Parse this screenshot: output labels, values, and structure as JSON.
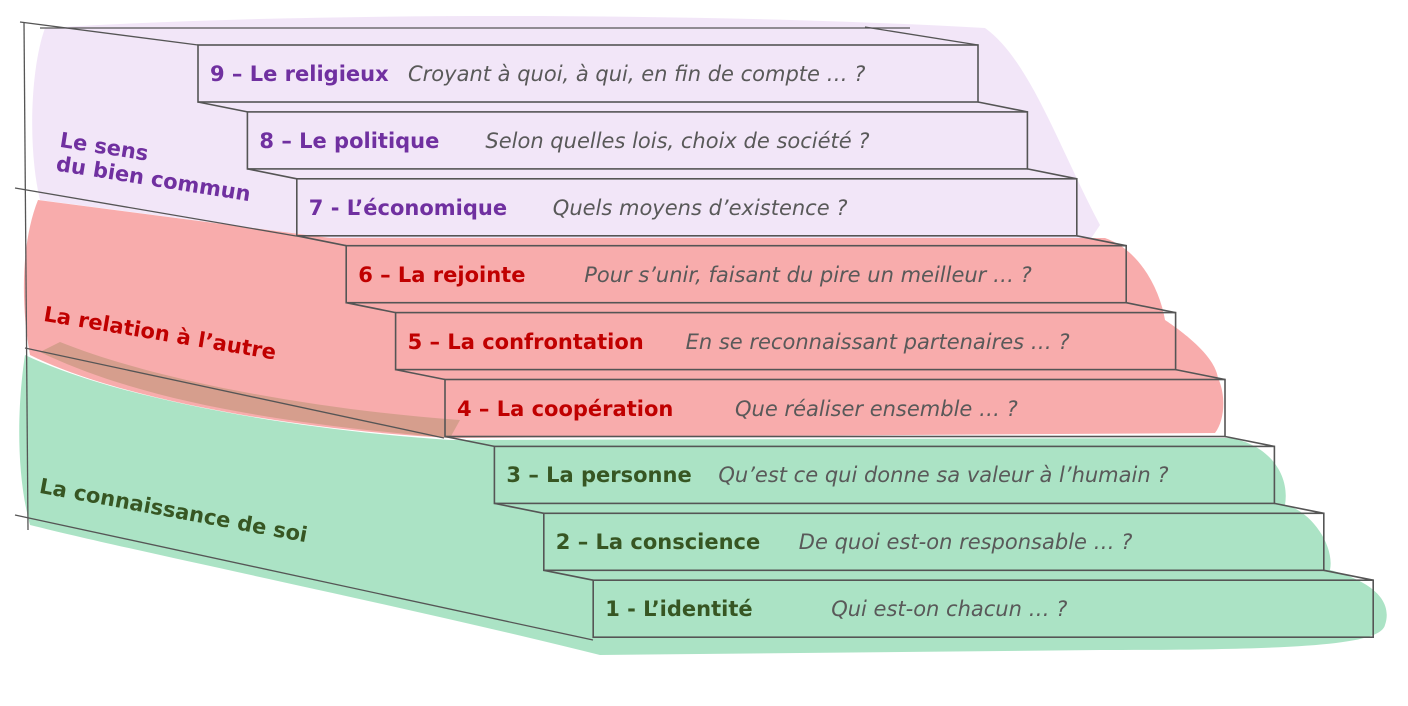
{
  "colors": {
    "purple": "#7030a0",
    "red": "#c00000",
    "green": "#375623",
    "question": "#595959",
    "purple_fill": "#f1e3f7",
    "red_fill": "#f7a3a3",
    "green_fill": "#a6e1c2"
  },
  "groups": [
    {
      "id": "bien-commun",
      "label_lines": [
        "Le sens",
        "du bien commun"
      ],
      "color": "#7030a0"
    },
    {
      "id": "relation",
      "label_lines": [
        "La relation à l’autre"
      ],
      "color": "#c00000"
    },
    {
      "id": "connaissance",
      "label_lines": [
        "La connaissance de soi"
      ],
      "color": "#375623"
    }
  ],
  "steps": [
    {
      "label": "9 – Le religieux",
      "question": "Croyant à quoi, à qui, en fin de compte … ?",
      "group": "bien-commun"
    },
    {
      "label": "8 – Le politique",
      "question": "Selon quelles lois, choix de société ?",
      "group": "bien-commun"
    },
    {
      "label": "7 - L’économique",
      "question": "Quels moyens d’existence ?",
      "group": "bien-commun"
    },
    {
      "label": "6 – La rejointe",
      "question": "Pour s’unir, faisant du pire un meilleur … ?",
      "group": "relation"
    },
    {
      "label": "5 – La confrontation",
      "question": "En se reconnaissant partenaires … ?",
      "group": "relation"
    },
    {
      "label": "4 – La coopération",
      "question": "Que réaliser ensemble … ?",
      "group": "relation"
    },
    {
      "label": "3 – La personne",
      "question": "Qu’est ce qui donne sa valeur à l’humain ?",
      "group": "connaissance"
    },
    {
      "label": "2 – La conscience",
      "question": "De quoi est-on responsable … ?",
      "group": "connaissance"
    },
    {
      "label": "1 - L’identité",
      "question": "Qui est-on chacun … ?",
      "group": "connaissance"
    }
  ]
}
